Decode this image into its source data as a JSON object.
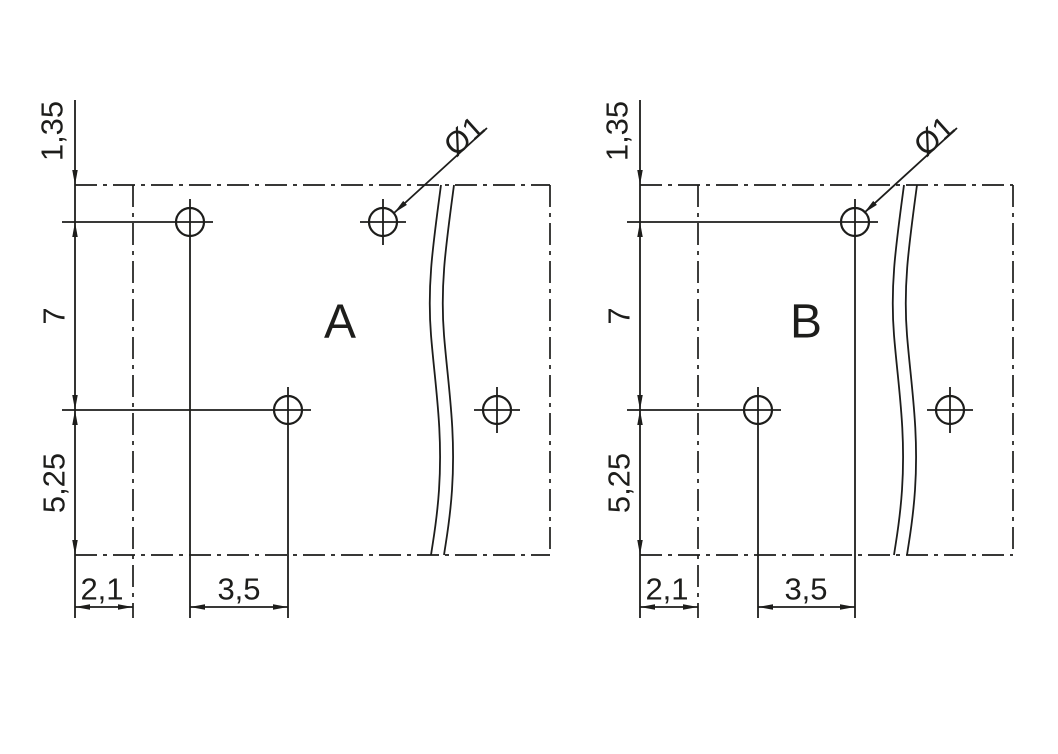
{
  "drawing": {
    "background_color": "#ffffff",
    "line_color": "#1d1d1b",
    "panels": [
      {
        "label": "A",
        "dims": {
          "pad_top_offset": "1,35",
          "row_pitch": "7",
          "pad_bottom_offset": "5,25",
          "col_left_offset": "2,1",
          "col_pitch": "3,5"
        },
        "callout": {
          "hole_diameter": "Ø1"
        }
      },
      {
        "label": "B",
        "dims": {
          "pad_top_offset": "1,35",
          "row_pitch": "7",
          "pad_bottom_offset": "5,25",
          "col_left_offset": "2,1",
          "col_pitch": "3,5"
        },
        "callout": {
          "hole_diameter": "Ø1"
        }
      }
    ]
  }
}
